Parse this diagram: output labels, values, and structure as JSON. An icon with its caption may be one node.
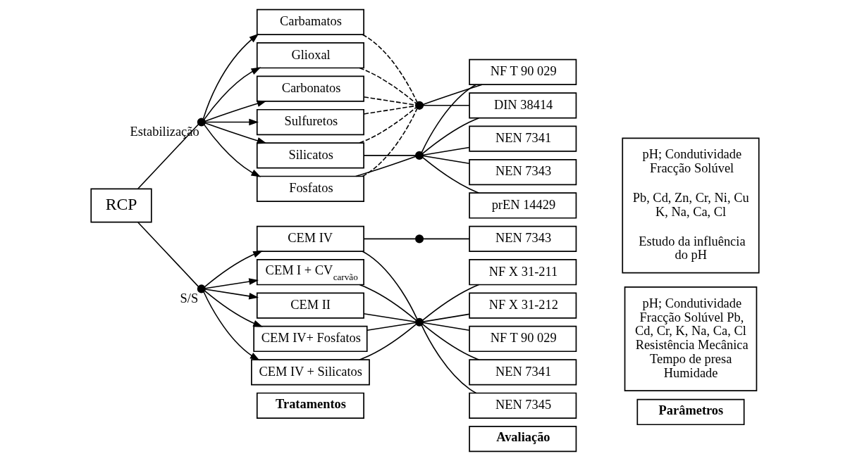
{
  "diagram": {
    "nodes": [
      {
        "text": [
          "Tratamentos"
        ]
      },
      {
        "text": [
          "Avaliação"
        ]
      },
      {
        "text": [
          "Parâmetros"
        ]
      },
      {
        "text": [
          "RCP"
        ]
      },
      {
        "text": [],
        "shape": "circle",
        "beside": [
          "Estabilização"
        ]
      },
      {
        "text": [
          "Fosfatos"
        ]
      },
      {
        "text": [
          "Silicatos"
        ]
      },
      {
        "text": [
          "Carbonatos"
        ]
      },
      {
        "text": [
          "Sulfuretos"
        ]
      },
      {
        "text": [
          "Carbamatos"
        ]
      },
      {
        "text": [
          "Glioxal"
        ]
      },
      {
        "text": [],
        "shape": "circle"
      },
      {
        "text": [],
        "shape": "circle"
      },
      {
        "text": [
          "DIN 38414"
        ]
      },
      {
        "text": [
          "NF T 90 029"
        ]
      },
      {
        "text": [
          "NEN 7341"
        ]
      },
      {
        "text": [
          "NEN 7343"
        ]
      },
      {
        "text": [
          "prEN 14429"
        ]
      },
      {
        "text": [
          "pH; Condutividade Fracção Solúvel",
          "Pb, Cd, Zn, Cr, Ni, Cu K, Na, Ca, Cl",
          "Estudo da influência do pH"
        ]
      },
      {
        "text": [],
        "shape": "circle",
        "beside": [
          "S/S"
        ]
      },
      {
        "text": [
          "CEM IV"
        ]
      },
      {
        "text": [
          "CEM I + CV$_{carvão}$"
        ]
      },
      {
        "text": [
          "CEM II"
        ]
      },
      {
        "text": [
          "CEM IV+ Fosfatos"
        ]
      },
      {
        "text": [
          "CEM IV + Silicatos"
        ]
      },
      {
        "text": [],
        "shape": "circle"
      },
      {
        "text": [
          "NEN 7343"
        ]
      },
      {
        "text": [],
        "shape": "circle"
      },
      {
        "text": [
          "NEN 7341"
        ]
      },
      {
        "text": [
          "NEN 7345"
        ]
      },
      {
        "text": [
          "NF X 31-211"
        ]
      },
      {
        "text": [
          "NF X 31-212"
        ]
      },
      {
        "text": [
          "NF T 90 029"
        ]
      },
      {
        "text": [
          "pH; Condutividade Fracção Solúvel Pb, Cd, Cr, K, Na, Ca, Cl Resistência Mecânica Tempo de presa Humidade"
        ]
      }
    ],
    "edges": [
      {
        "from": 3,
        "to": 4,
        "arrow": "none"
      },
      {
        "from": 3,
        "to": 19,
        "arrow": "none"
      },
      {
        "from": 4,
        "to": 5,
        "arrow": "to"
      },
      {
        "from": 4,
        "to": 6,
        "arrow": "to"
      },
      {
        "from": 4,
        "to": 7,
        "arrow": "to"
      },
      {
        "from": 4,
        "to": 8,
        "arrow": "to"
      },
      {
        "from": 4,
        "to": 9,
        "arrow": "to"
      },
      {
        "from": 4,
        "to": 10,
        "arrow": "to"
      },
      {
        "from": 5,
        "to": 12,
        "arrow": "none"
      },
      {
        "from": 6,
        "to": 12,
        "arrow": "none"
      },
      {
        "from": 12,
        "to": 13,
        "arrow": "none"
      },
      {
        "from": 12,
        "to": 14,
        "arrow": "none"
      },
      {
        "from": 12,
        "to": 15,
        "arrow": "none"
      },
      {
        "from": 12,
        "to": 16,
        "arrow": "none"
      },
      {
        "from": 12,
        "to": 17,
        "arrow": "none"
      },
      {
        "from": 5,
        "to": 11,
        "arrow": "none",
        "style": "dashed"
      },
      {
        "from": 6,
        "to": 11,
        "arrow": "none",
        "style": "dashed"
      },
      {
        "from": 7,
        "to": 11,
        "arrow": "none",
        "style": "dashed"
      },
      {
        "from": 8,
        "to": 11,
        "arrow": "none",
        "style": "dashed"
      },
      {
        "from": 9,
        "to": 11,
        "arrow": "none",
        "style": "dashed"
      },
      {
        "from": 10,
        "to": 11,
        "arrow": "none",
        "style": "dashed"
      },
      {
        "from": 11,
        "to": 13,
        "arrow": "none"
      },
      {
        "from": 11,
        "to": 14,
        "arrow": "none"
      },
      {
        "from": 19,
        "to": 20,
        "arrow": "to"
      },
      {
        "from": 19,
        "to": 21,
        "arrow": "to"
      },
      {
        "from": 19,
        "to": 22,
        "arrow": "to"
      },
      {
        "from": 19,
        "to": 23,
        "arrow": "to"
      },
      {
        "from": 19,
        "to": 24,
        "arrow": "to"
      },
      {
        "from": 20,
        "to": 25,
        "arrow": "none"
      },
      {
        "from": 25,
        "to": 26,
        "arrow": "none"
      },
      {
        "from": 20,
        "to": 27,
        "arrow": "none"
      },
      {
        "from": 21,
        "to": 27,
        "arrow": "none"
      },
      {
        "from": 22,
        "to": 27,
        "arrow": "none"
      },
      {
        "from": 23,
        "to": 27,
        "arrow": "none"
      },
      {
        "from": 24,
        "to": 27,
        "arrow": "none"
      },
      {
        "from": 27,
        "to": 28,
        "arrow": "none"
      },
      {
        "from": 27,
        "to": 29,
        "arrow": "none"
      },
      {
        "from": 27,
        "to": 30,
        "arrow": "none"
      },
      {
        "from": 27,
        "to": 31,
        "arrow": "none"
      },
      {
        "from": 27,
        "to": 32,
        "arrow": "none"
      }
    ]
  }
}
